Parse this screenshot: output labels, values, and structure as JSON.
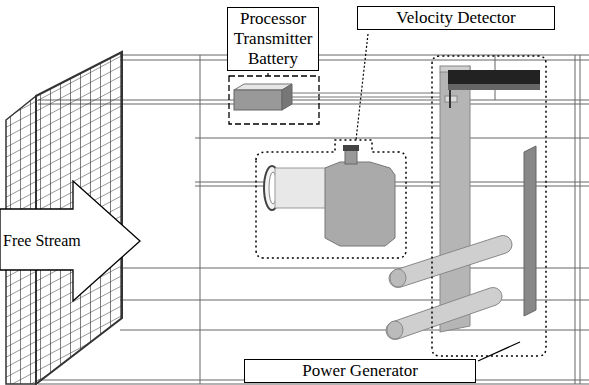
{
  "diagram": {
    "nodes": [
      {
        "text": [
          "Processor Transmitter Battery"
        ]
      },
      {
        "text": [
          "Velocity Detector"
        ]
      },
      {
        "text": [
          "Free Stream"
        ]
      },
      {
        "text": [
          "Power Generator"
        ]
      }
    ]
  }
}
